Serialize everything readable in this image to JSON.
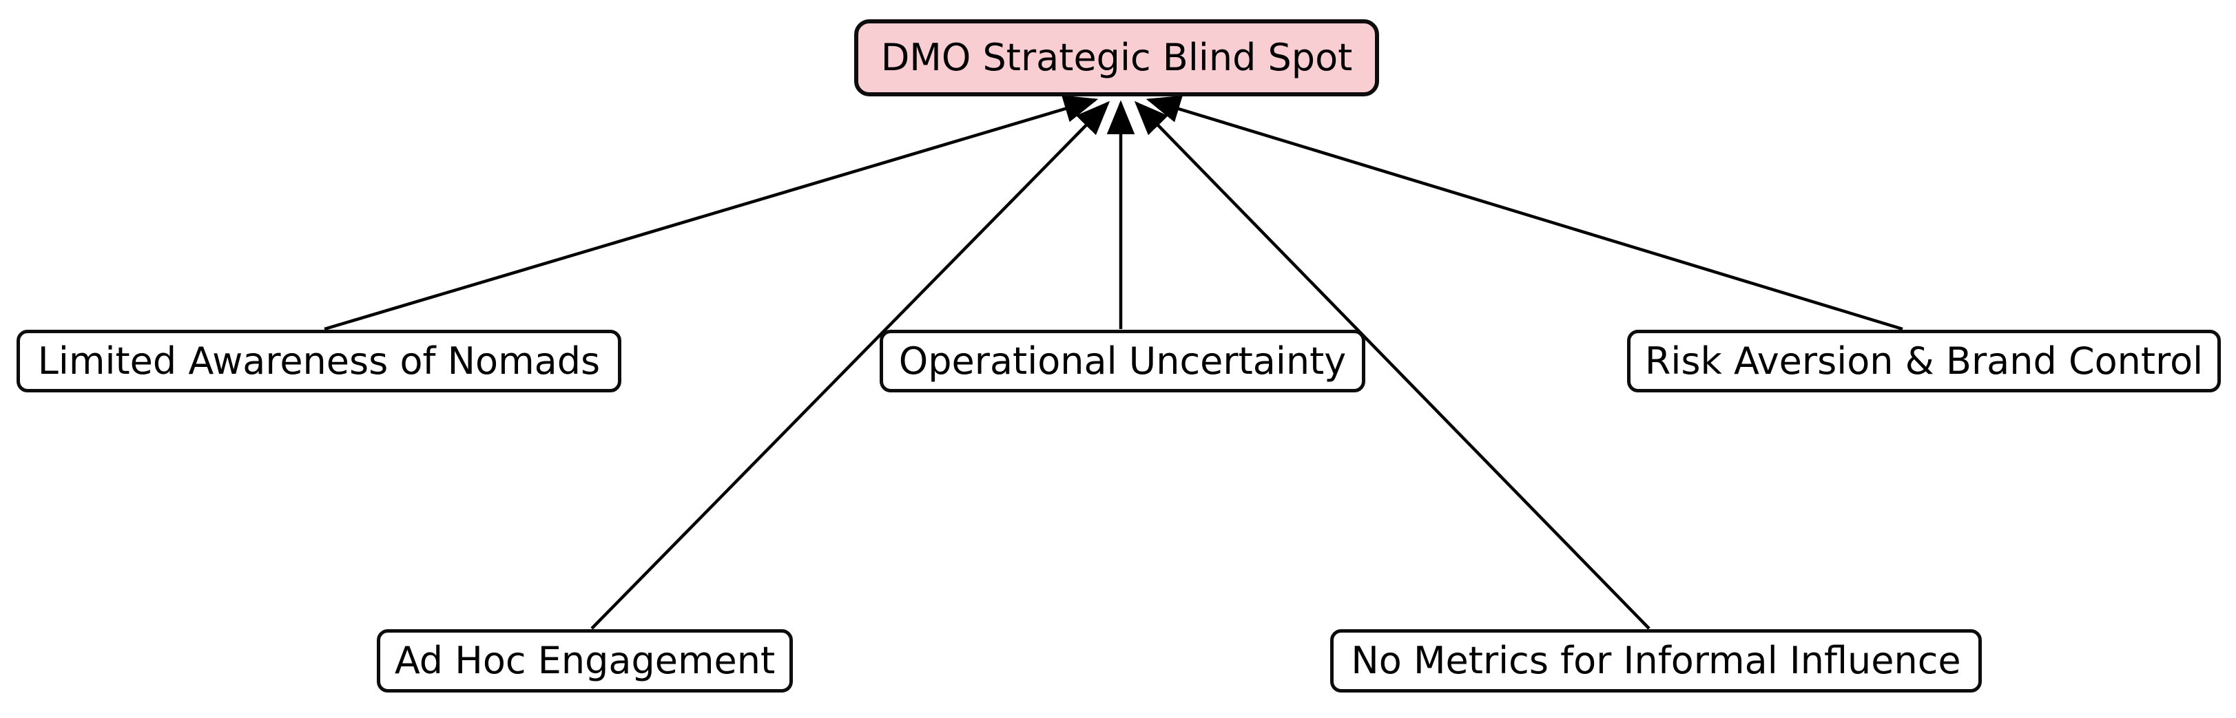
{
  "diagram": {
    "type": "cause-effect-flowchart",
    "root": {
      "id": "dmo-strategic-blind-spot",
      "label": "DMO Strategic Blind Spot"
    },
    "causes": [
      {
        "id": "limited-awareness-of-nomads",
        "label": "Limited Awareness of Nomads"
      },
      {
        "id": "operational-uncertainty",
        "label": "Operational Uncertainty"
      },
      {
        "id": "risk-aversion-brand-control",
        "label": "Risk Aversion & Brand Control"
      },
      {
        "id": "ad-hoc-engagement",
        "label": "Ad Hoc Engagement"
      },
      {
        "id": "no-metrics-for-informal-influence",
        "label": "No Metrics for Informal Influence"
      }
    ],
    "edges": [
      {
        "from": "limited-awareness-of-nomads",
        "to": "dmo-strategic-blind-spot",
        "arrow": true
      },
      {
        "from": "operational-uncertainty",
        "to": "dmo-strategic-blind-spot",
        "arrow": true
      },
      {
        "from": "risk-aversion-brand-control",
        "to": "dmo-strategic-blind-spot",
        "arrow": true
      },
      {
        "from": "ad-hoc-engagement",
        "to": "dmo-strategic-blind-spot",
        "arrow": true
      },
      {
        "from": "no-metrics-for-informal-influence",
        "to": "dmo-strategic-blind-spot",
        "arrow": true
      }
    ],
    "colors": {
      "background": "#ffffff",
      "root_fill": "#f9ced3",
      "node_fill": "#ffffff",
      "stroke": "#0d0d0d",
      "edge": "#000000",
      "text": "#000000"
    }
  }
}
